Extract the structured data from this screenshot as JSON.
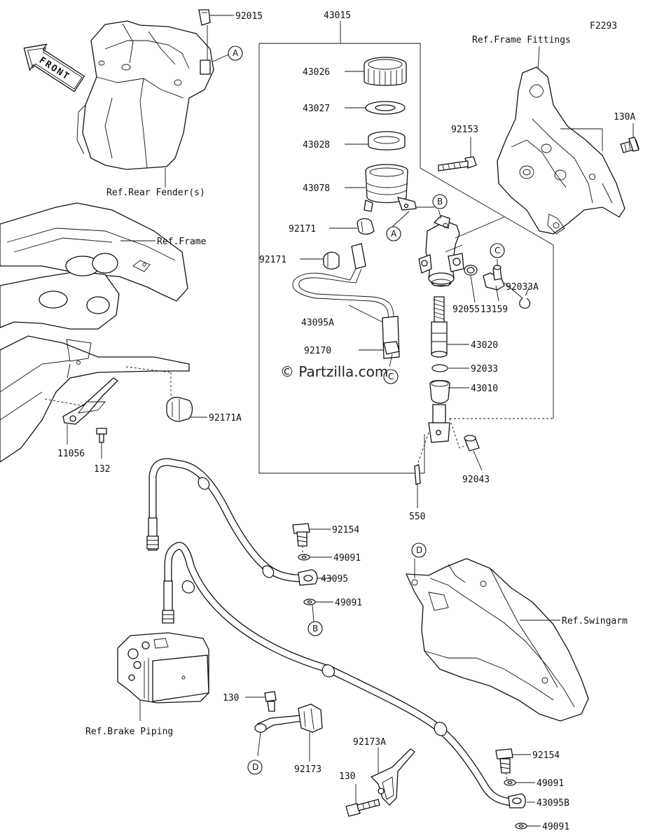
{
  "diagram": {
    "figure_code": "F2293",
    "watermark": "© Partzilla.com",
    "front_label": "FRONT",
    "references": {
      "rear_fender": "Ref.Rear Fender(s)",
      "frame": "Ref.Frame",
      "frame_fittings": "Ref.Frame Fittings",
      "swingarm": "Ref.Swingarm",
      "brake_piping": "Ref.Brake Piping"
    },
    "callouts": {
      "A": "A",
      "B": "B",
      "C": "C",
      "D": "D"
    },
    "parts": {
      "p92015": "92015",
      "p43015": "43015",
      "p43026": "43026",
      "p43027": "43027",
      "p43028": "43028",
      "p43078": "43078",
      "p92171_top": "92171",
      "p92171_mid": "92171",
      "p43095A": "43095A",
      "p92170": "92170",
      "p92153": "92153",
      "p130A": "130A",
      "p92033A": "92033A",
      "p92055": "92055",
      "p13159": "13159",
      "p43020": "43020",
      "p92033": "92033",
      "p43010": "43010",
      "p92043": "92043",
      "p550": "550",
      "p92171A": "92171A",
      "p11056": "11056",
      "p132": "132",
      "p92154_top": "92154",
      "p49091_a": "49091",
      "p43095": "43095",
      "p49091_b": "49091",
      "p130": "130",
      "p92173": "92173",
      "p92173A": "92173A",
      "p130_bottom": "130",
      "p92154_bottom": "92154",
      "p49091_c": "49091",
      "p43095B": "43095B",
      "p49091_d": "49091"
    }
  }
}
